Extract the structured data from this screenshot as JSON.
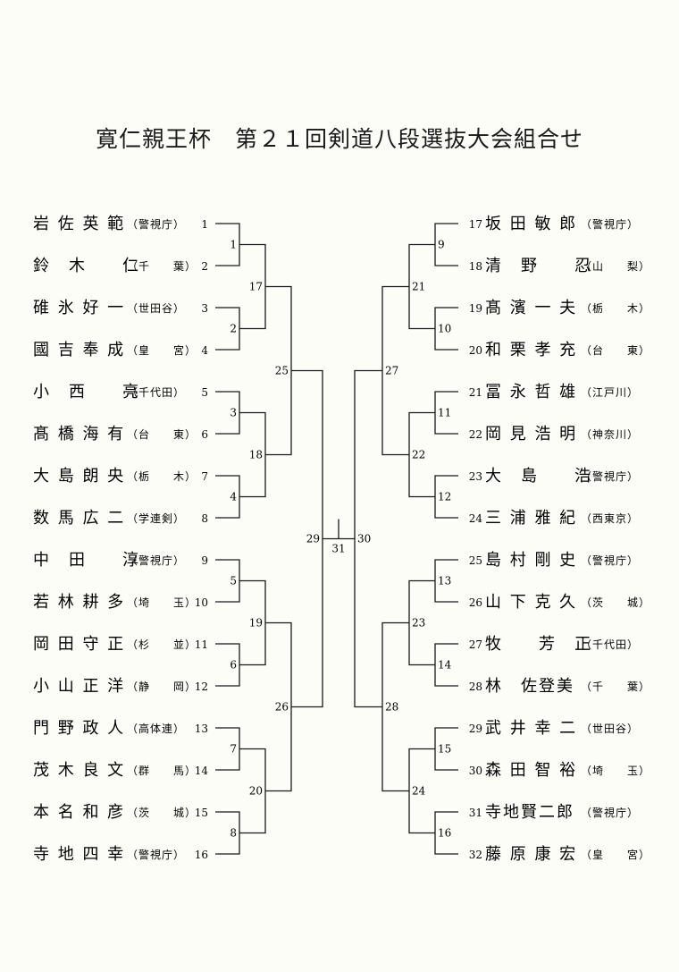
{
  "title": "寛仁親王杯　第２１回剣道八段選抜大会組合せ",
  "left_players": [
    {
      "seed": "1",
      "name": "岩 佐 英 範",
      "pref": "（警視庁）"
    },
    {
      "seed": "2",
      "name": "鈴　木　　仁",
      "pref": "（千　　葉）"
    },
    {
      "seed": "3",
      "name": "碓 氷 好 一",
      "pref": "（世田谷）"
    },
    {
      "seed": "4",
      "name": "國 吉 奉 成",
      "pref": "（皇　　宮）"
    },
    {
      "seed": "5",
      "name": "小　西　　亮",
      "pref": "（千代田）"
    },
    {
      "seed": "6",
      "name": "髙 橋 海 有",
      "pref": "（台　　東）"
    },
    {
      "seed": "7",
      "name": "大 島 朗 央",
      "pref": "（栃　　木）"
    },
    {
      "seed": "8",
      "name": "数 馬 広 二",
      "pref": "（学連剣）"
    },
    {
      "seed": "9",
      "name": "中　田　　淳",
      "pref": "（警視庁）"
    },
    {
      "seed": "10",
      "name": "若 林 耕 多",
      "pref": "（埼　　玉）"
    },
    {
      "seed": "11",
      "name": "岡 田 守 正",
      "pref": "（杉　　並）"
    },
    {
      "seed": "12",
      "name": "小 山 正 洋",
      "pref": "（静　　岡）"
    },
    {
      "seed": "13",
      "name": "門 野 政 人",
      "pref": "（高体連）"
    },
    {
      "seed": "14",
      "name": "茂 木 良 文",
      "pref": "（群　　馬）"
    },
    {
      "seed": "15",
      "name": "本 名 和 彦",
      "pref": "（茨　　城）"
    },
    {
      "seed": "16",
      "name": "寺 地 四 幸",
      "pref": "（警視庁）"
    }
  ],
  "right_players": [
    {
      "seed": "17",
      "name": "坂 田 敏 郎",
      "pref": "（警視庁）"
    },
    {
      "seed": "18",
      "name": "清　野　　忍",
      "pref": "（山　　梨）"
    },
    {
      "seed": "19",
      "name": "髙 濱 一 夫",
      "pref": "（栃　　木）"
    },
    {
      "seed": "20",
      "name": "和 栗 孝 充",
      "pref": "（台　　東）"
    },
    {
      "seed": "21",
      "name": "冨 永 哲 雄",
      "pref": "（江戸川）"
    },
    {
      "seed": "22",
      "name": "岡 見 浩 明",
      "pref": "（神奈川）"
    },
    {
      "seed": "23",
      "name": "大　島　　浩",
      "pref": "（警視庁）"
    },
    {
      "seed": "24",
      "name": "三 浦 雅 紀",
      "pref": "（西東京）"
    },
    {
      "seed": "25",
      "name": "島 村 剛 史",
      "pref": "（警視庁）"
    },
    {
      "seed": "26",
      "name": "山 下 克 久",
      "pref": "（茨　　城）"
    },
    {
      "seed": "27",
      "name": "牧　　芳　正",
      "pref": "（千代田）"
    },
    {
      "seed": "28",
      "name": "林　佐登美",
      "pref": "（千　　葉）"
    },
    {
      "seed": "29",
      "name": "武 井 幸 二",
      "pref": "（世田谷）"
    },
    {
      "seed": "30",
      "name": "森 田 智 裕",
      "pref": "（埼　　玉）"
    },
    {
      "seed": "31",
      "name": "寺地賢二郎",
      "pref": "（警視庁）"
    },
    {
      "seed": "32",
      "name": "藤 原 康 宏",
      "pref": "（皇　　宮）"
    }
  ],
  "match_numbers": {
    "left_r1": [
      "1",
      "2",
      "3",
      "4",
      "5",
      "6",
      "7",
      "8"
    ],
    "left_r2": [
      "17",
      "18",
      "19",
      "20"
    ],
    "left_r3": [
      "25",
      "26"
    ],
    "left_semi": "29",
    "final": "31",
    "right_semi": "30",
    "right_r3": [
      "27",
      "28"
    ],
    "right_r2": [
      "21",
      "22",
      "23",
      "24"
    ],
    "right_r1": [
      "9",
      "10",
      "11",
      "12",
      "13",
      "14",
      "15",
      "16"
    ]
  }
}
